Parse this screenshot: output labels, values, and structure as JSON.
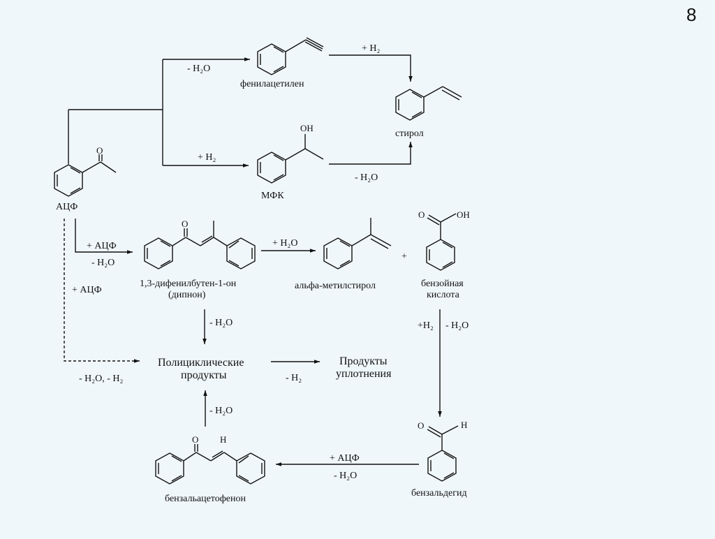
{
  "slide": {
    "page_number": "8",
    "background": "#f0f7fa"
  },
  "compounds": {
    "acetophenone": {
      "label": "АЦФ",
      "atoms": [
        "O"
      ]
    },
    "phenylacetylene": {
      "label": "фенилацетилен"
    },
    "styrene": {
      "label": "стирол"
    },
    "mpk": {
      "label": "МФК",
      "atoms": [
        "OH"
      ]
    },
    "dypnone": {
      "label_line1": "1,3-дифенилбутен-1-он",
      "label_line2": "(дипнон)",
      "atoms": [
        "O"
      ]
    },
    "alpha_methylstyrene": {
      "label": "альфа-метилстирол"
    },
    "benzoic_acid": {
      "label_line1": "бензойная",
      "label_line2": "кислота",
      "atoms": [
        "O",
        "OH"
      ]
    },
    "polycyclic": {
      "label_line1": "Полициклические",
      "label_line2": "продукты"
    },
    "condensation": {
      "label_line1": "Продукты",
      "label_line2": "уплотнения"
    },
    "benzaldehyde": {
      "label": "бензальдегид",
      "atoms": [
        "O",
        "H"
      ]
    },
    "benzalacetophenone": {
      "label": "бензальацетофенон",
      "atoms": [
        "O",
        "H"
      ]
    }
  },
  "conditions": {
    "acf_to_phenylacetylene": "- H₂O",
    "acf_to_mpk": "+ H₂",
    "phenylacetylene_to_styrene": "+ H₂",
    "mpk_to_styrene": "- H₂O",
    "acf_to_dypnone_top": "+ АЦФ",
    "acf_to_dypnone_bottom": "- H₂O",
    "acf_dashed_top": "+ АЦФ",
    "acf_dashed_bottom": "- H₂O, - H₂",
    "dypnone_to_ams": "+ H₂O",
    "plus_sign": "+",
    "dypnone_to_polycyclic": "- H₂O",
    "polycyclic_to_condensation": "- H₂",
    "benzoic_to_benzaldehyde_left": "+H₂",
    "benzoic_to_benzaldehyde_right": "- H₂O",
    "benzaldehyde_to_bac_top": "+ АЦФ",
    "benzaldehyde_to_bac_bottom": "- H₂O",
    "bac_to_polycyclic": "- H₂O"
  }
}
